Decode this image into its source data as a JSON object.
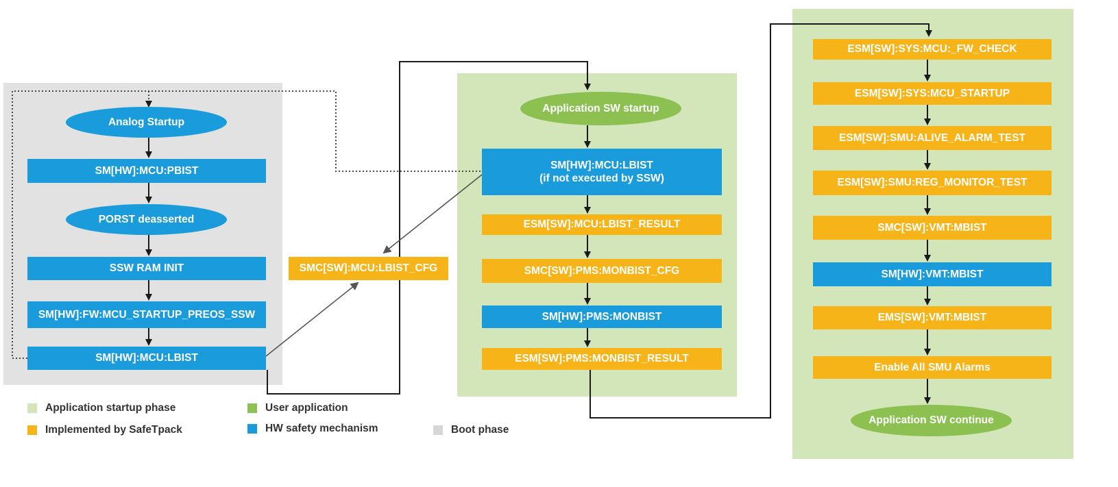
{
  "colors": {
    "boot_phase_bg": "#e2e2e2",
    "startup_phase_bg": "#d3e6b9",
    "hw_blue": "#1a9cdc",
    "safetpack_orange": "#f7b419",
    "user_green": "#8cc152"
  },
  "boot": {
    "analog_startup": "Analog Startup",
    "pbist": "SM[HW]:MCU:PBIST",
    "porst": "PORST deasserted",
    "ssw_ram_init": "SSW RAM INIT",
    "fw_startup": "SM[HW]:FW:MCU_STARTUP_PREOS_SSW",
    "lbist": "SM[HW]:MCU:LBIST"
  },
  "middle": {
    "lbist_cfg": "SMC[SW]:MCU:LBIST_CFG"
  },
  "app": {
    "sw_startup": "Application SW startup",
    "lbist_line1": "SM[HW]:MCU:LBIST",
    "lbist_line2": "(if not executed by SSW)",
    "lbist_result": "ESM[SW]:MCU:LBIST_RESULT",
    "monbist_cfg": "SMC[SW]:PMS:MONBIST_CFG",
    "monbist": "SM[HW]:PMS:MONBIST",
    "monbist_result": "ESM[SW]:PMS:MONBIST_RESULT"
  },
  "right": {
    "fw_check": "ESM[SW]:SYS:MCU:_FW_CHECK",
    "mcu_startup": "ESM[SW]:SYS:MCU_STARTUP",
    "alive_alarm": "ESM[SW]:SMU:ALIVE_ALARM_TEST",
    "reg_monitor": "ESM[SW]:SMU:REG_MONITOR_TEST",
    "smc_vmt": "SMC[SW]:VMT:MBIST",
    "sm_vmt": "SM[HW]:VMT:MBIST",
    "ems_vmt": "EMS[SW]:VMT:MBIST",
    "enable_alarms": "Enable All SMU Alarms",
    "continue": "Application SW continue"
  },
  "legend": {
    "startup_phase": "Application startup phase",
    "safetpack": "Implemented by SafeTpack",
    "user_app": "User application",
    "hw_safety": "HW safety mechanism",
    "boot_phase": "Boot phase"
  }
}
